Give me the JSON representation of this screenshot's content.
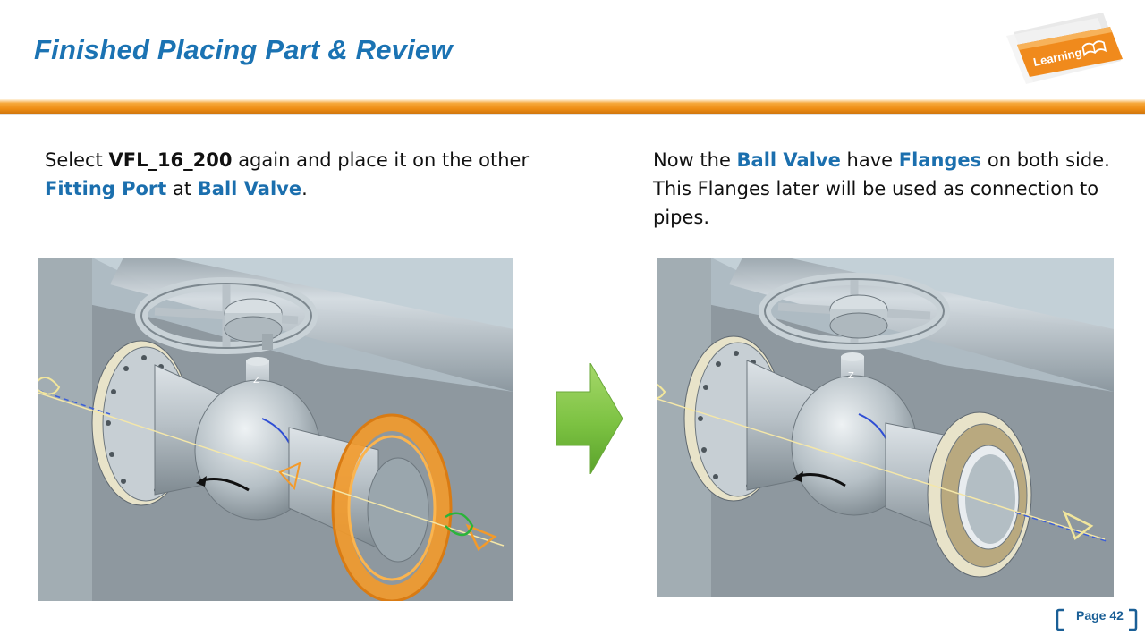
{
  "slide": {
    "title": "Finished Placing Part & Review",
    "logo_text": "Learning",
    "page_label": "Page 42"
  },
  "left": {
    "caption": [
      {
        "text": "Select ",
        "style": "normal"
      },
      {
        "text": "VFL_16_200",
        "style": "bold"
      },
      {
        "text": " again and place it on the other ",
        "style": "normal"
      },
      {
        "text": "Fitting Port",
        "style": "blue"
      },
      {
        "text": " at ",
        "style": "normal"
      },
      {
        "text": "Ball Valve",
        "style": "blue"
      },
      {
        "text": ".",
        "style": "normal"
      }
    ],
    "image_desc": "ball-valve-with-selected-flange"
  },
  "right": {
    "caption": [
      {
        "text": "Now the ",
        "style": "normal"
      },
      {
        "text": "Ball Valve",
        "style": "blue"
      },
      {
        "text": " have ",
        "style": "normal"
      },
      {
        "text": "Flanges",
        "style": "blue"
      },
      {
        "text": " on both side. This Flanges later will be used as connection to pipes.",
        "style": "normal"
      }
    ],
    "image_desc": "ball-valve-with-flanges-both-sides"
  },
  "colors": {
    "title_blue": "#1b73b3",
    "highlight_blue": "#1b6fae",
    "divider_orange": "#f29a1f",
    "arrow_green": "#7cc242",
    "selection_orange": "#f39a2a"
  }
}
